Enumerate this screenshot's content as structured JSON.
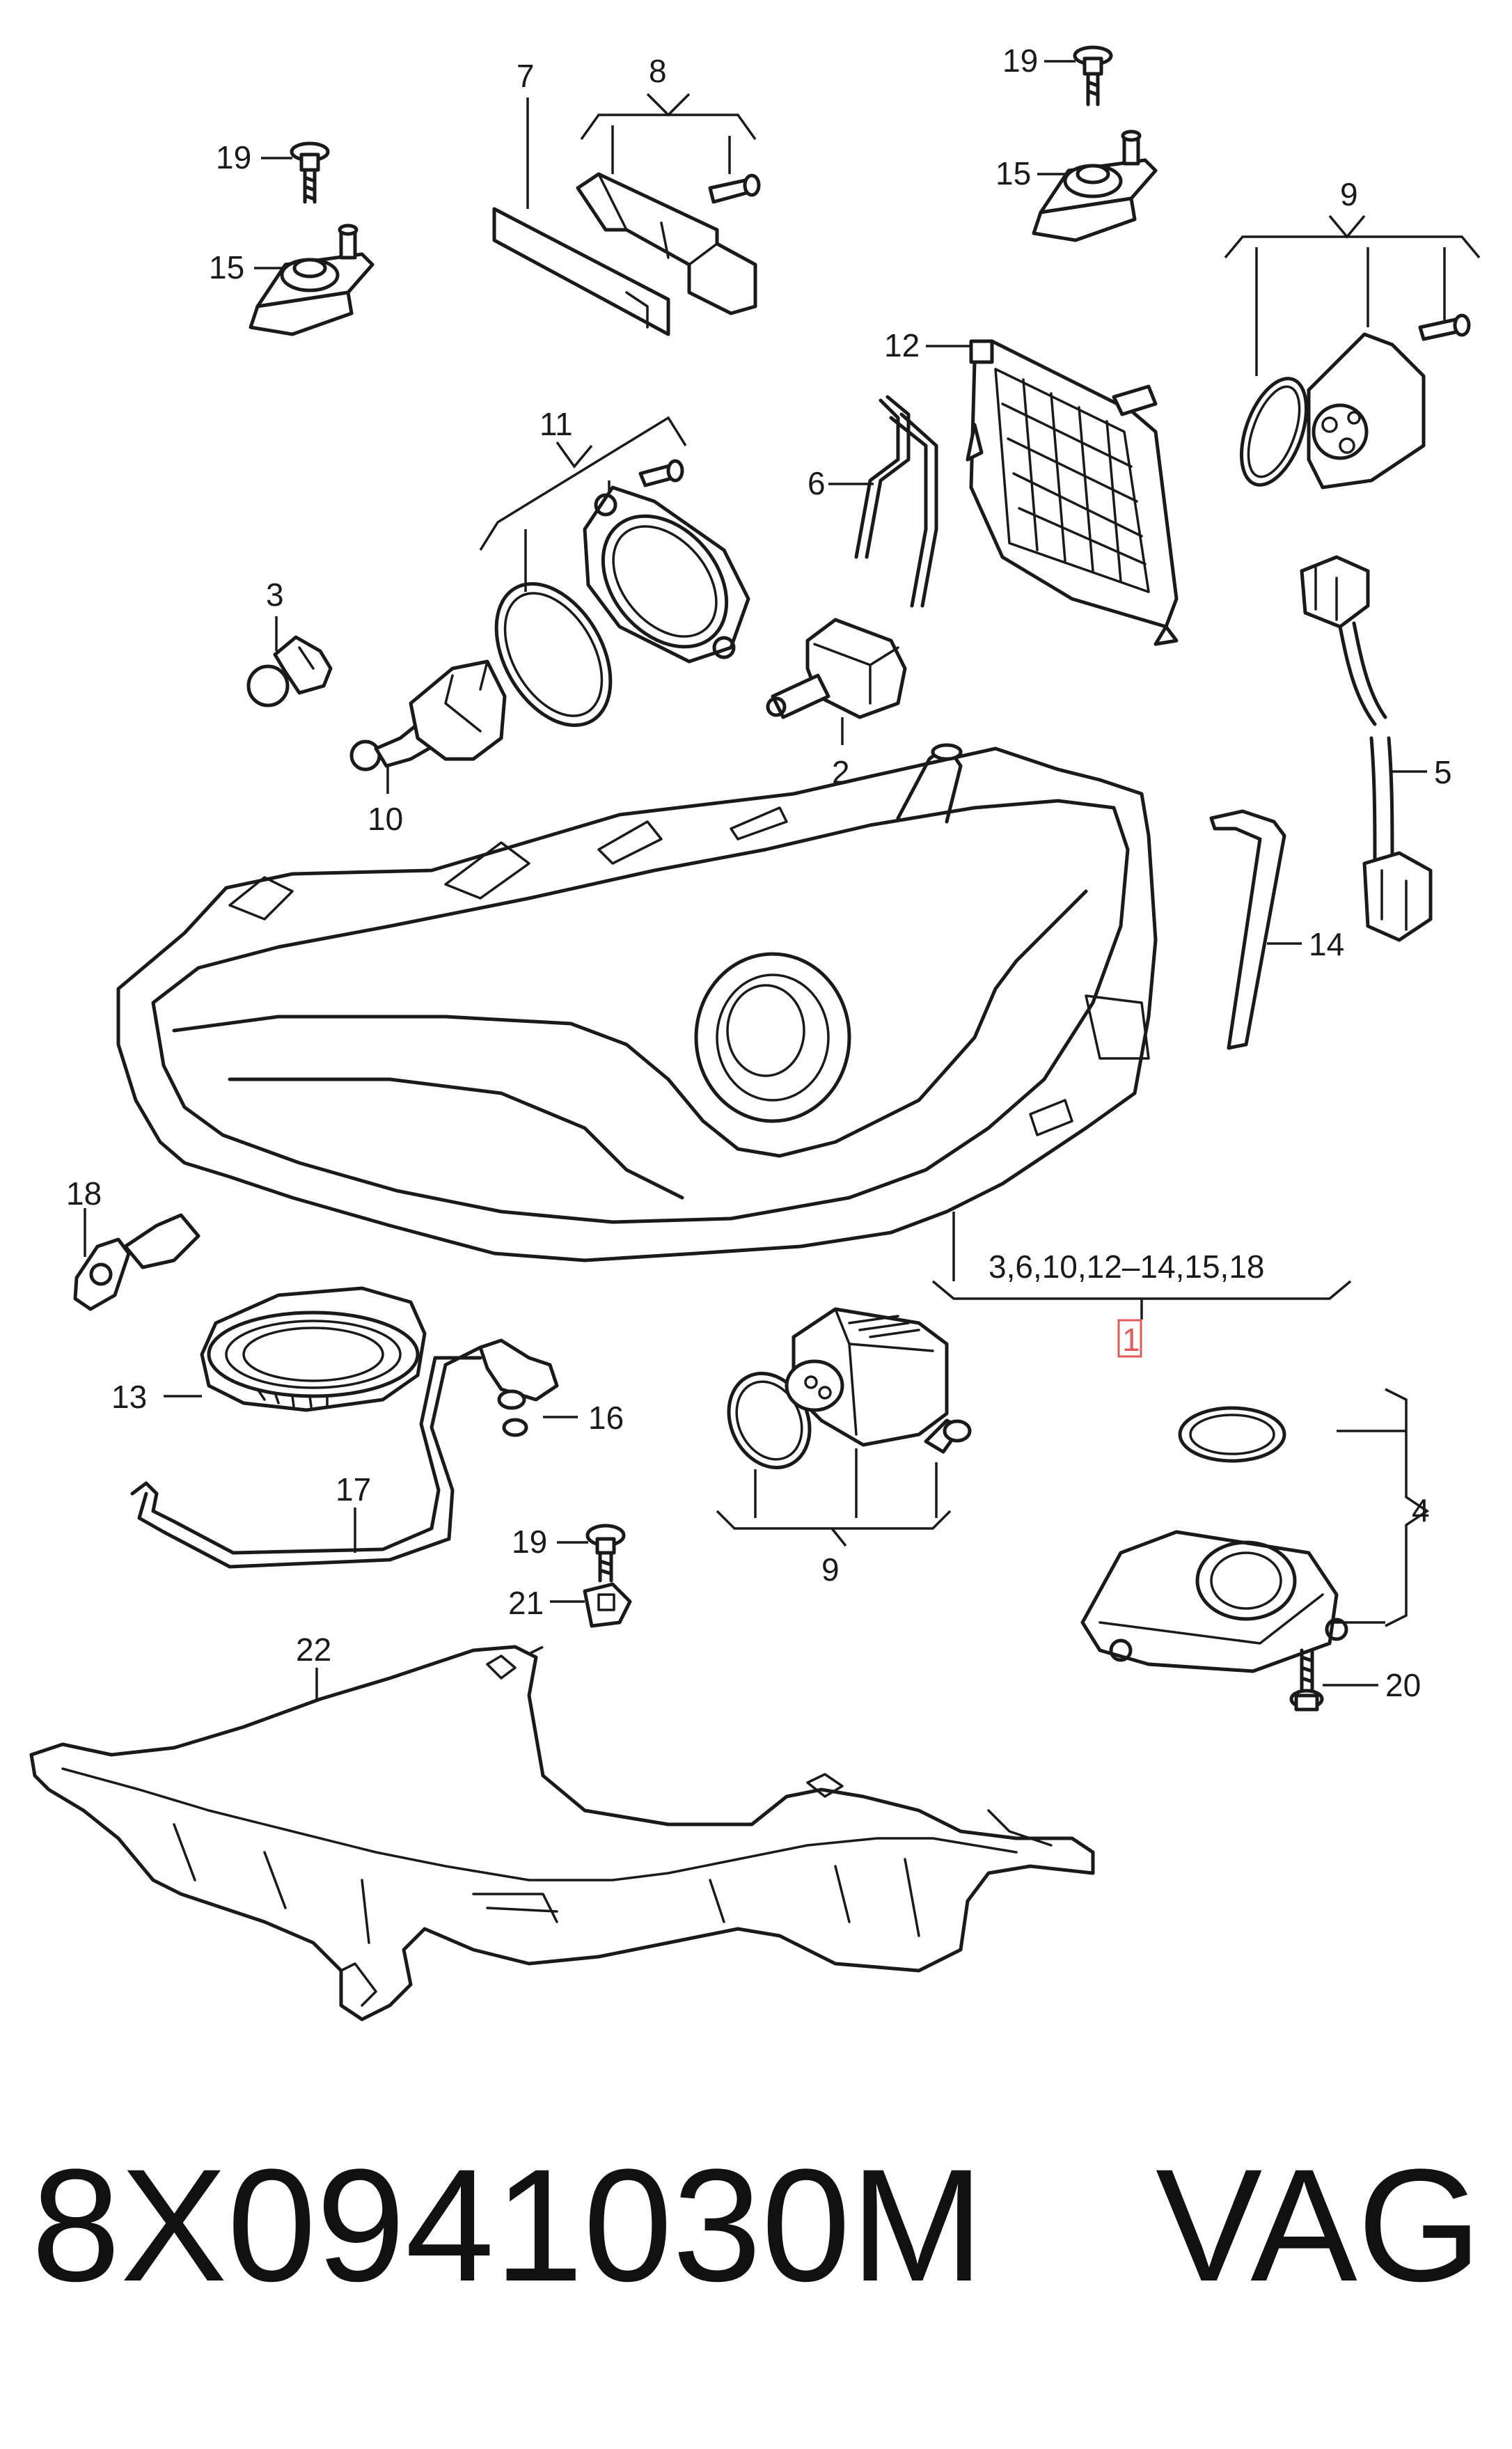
{
  "callouts": {
    "c1": "1",
    "c2": "2",
    "c3": "3",
    "c4": "4",
    "c5": "5",
    "c6": "6",
    "c7": "7",
    "c8": "8",
    "c9_top": "9",
    "c9_bottom": "9",
    "c10": "10",
    "c11": "11",
    "c12": "12",
    "c13": "13",
    "c14": "14",
    "c15_left": "15",
    "c15_right": "15",
    "c16": "16",
    "c17": "17",
    "c18": "18",
    "c19_left": "19",
    "c19_right": "19",
    "c19_mid": "19",
    "c20": "20",
    "c21": "21",
    "c22": "22",
    "group_label": "3,6,10,12–14,15,18"
  },
  "footer": {
    "part_number": "8X0941030M",
    "brand": "VAG"
  },
  "colors": {
    "line": "#1a1a1a",
    "highlight": "#e05a5a",
    "background": "#ffffff"
  }
}
